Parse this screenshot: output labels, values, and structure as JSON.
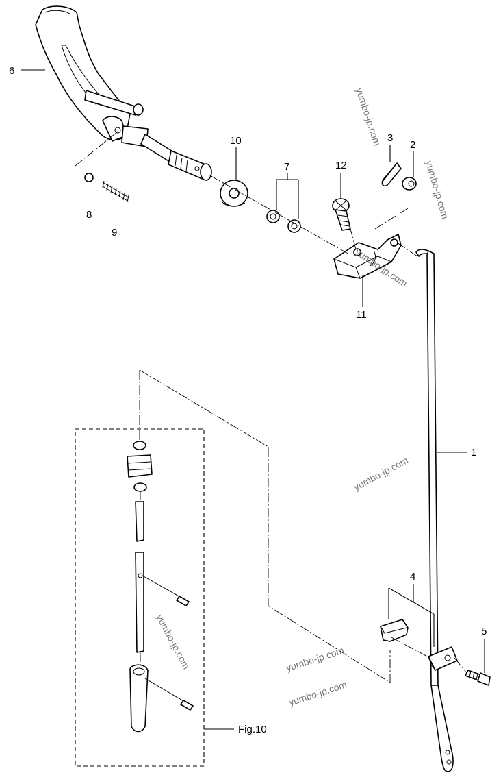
{
  "callouts": {
    "p1": "1",
    "p2": "2",
    "p3": "3",
    "p4": "4",
    "p5": "5",
    "p6": "6",
    "p7": "7",
    "p8": "8",
    "p9": "9",
    "p10": "10",
    "p11": "11",
    "p12": "12"
  },
  "figure_ref": "Fig.10",
  "watermarks": [
    "yumbo-jp.com",
    "yumbo-jp.com",
    "yumbo-jp.com",
    "yumbo-jp.com",
    "yumbo-jp.com",
    "yumbo-jp.com",
    "yumbo-jp.com"
  ]
}
